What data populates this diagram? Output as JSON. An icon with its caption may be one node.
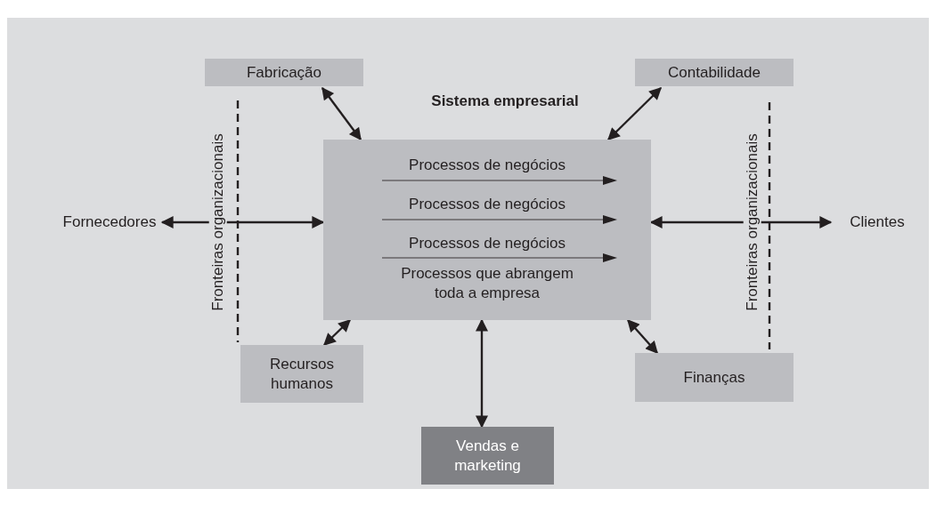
{
  "diagram": {
    "nodes": [
      {
        "text": [
          "Sistema empresarial",
          "Processos de negócios",
          "Processos de negócios",
          "Processos de negócios",
          "Processos que abrangem toda a empresa"
        ]
      },
      {
        "text": [
          "Fabricação"
        ]
      },
      {
        "text": [
          "Contabilidade"
        ]
      },
      {
        "text": [
          "Fornecedores"
        ]
      },
      {
        "text": [
          "Clientes"
        ]
      },
      {
        "text": [
          "Recursos humanos"
        ]
      },
      {
        "text": [
          "Finanças"
        ]
      },
      {
        "text": [
          "Vendas e marketing"
        ]
      }
    ],
    "edges": [
      {
        "from": 0,
        "to": 1,
        "arrow": "both"
      },
      {
        "from": 0,
        "to": 2,
        "arrow": "both"
      },
      {
        "from": 0,
        "to": 3,
        "arrow": "both"
      },
      {
        "from": 0,
        "to": 4,
        "arrow": "both"
      },
      {
        "from": 0,
        "to": 5,
        "arrow": "both"
      },
      {
        "from": 0,
        "to": 6,
        "arrow": "both"
      },
      {
        "from": 0,
        "to": 7,
        "arrow": "both"
      }
    ],
    "labels": [
      "Fronteiras organizacionais",
      "Fronteiras organizacionais"
    ]
  }
}
